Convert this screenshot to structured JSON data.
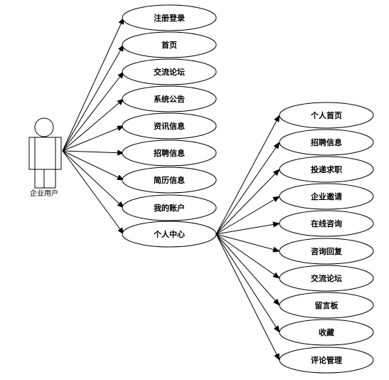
{
  "actor": {
    "label": "企业用户",
    "icon": "user-actor-icon"
  },
  "use_cases": [
    {
      "id": "register-login",
      "label": "注册登录"
    },
    {
      "id": "home",
      "label": "首页"
    },
    {
      "id": "forum",
      "label": "交流论坛"
    },
    {
      "id": "announcement",
      "label": "系统公告"
    },
    {
      "id": "news",
      "label": "资讯信息"
    },
    {
      "id": "recruitment",
      "label": "招聘信息"
    },
    {
      "id": "resume",
      "label": "简历信息"
    },
    {
      "id": "my-account",
      "label": "我的账户"
    },
    {
      "id": "personal-center",
      "label": "个人中心"
    }
  ],
  "sub_use_cases": [
    {
      "id": "personal-home",
      "label": "个人首页"
    },
    {
      "id": "recruitment",
      "label": "招聘信息"
    },
    {
      "id": "application",
      "label": "投递求职"
    },
    {
      "id": "invitation",
      "label": "企业邀请"
    },
    {
      "id": "online-consult",
      "label": "在线咨询"
    },
    {
      "id": "consult-reply",
      "label": "咨询回复"
    },
    {
      "id": "forum",
      "label": "交流论坛"
    },
    {
      "id": "message-board",
      "label": "留言板"
    },
    {
      "id": "favorites",
      "label": "收藏"
    },
    {
      "id": "comment-management",
      "label": "评论管理"
    }
  ]
}
